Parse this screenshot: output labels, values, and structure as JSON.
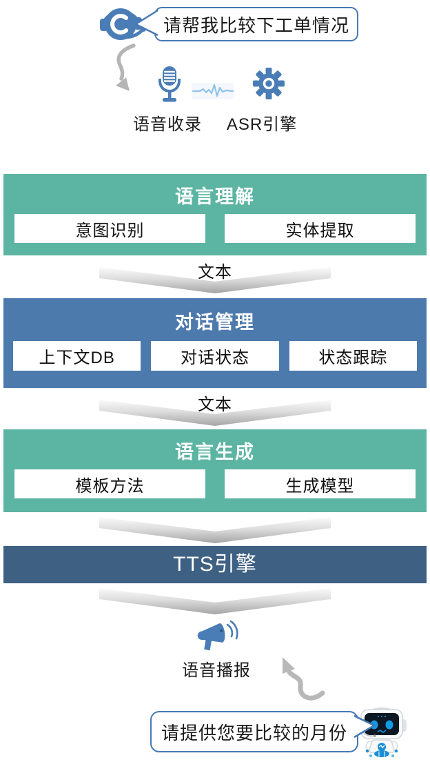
{
  "header": {
    "user_bubble": "请帮我比较下工单情况",
    "mic_label": "语音收录",
    "asr_label": "ASR引擎"
  },
  "flow": {
    "nlu": {
      "title": "语言理解",
      "items": [
        "意图识别",
        "实体提取"
      ]
    },
    "connector1": "文本",
    "dm": {
      "title": "对话管理",
      "items": [
        "上下文DB",
        "对话状态",
        "状态跟踪"
      ]
    },
    "connector2": "文本",
    "nlg": {
      "title": "语言生成",
      "items": [
        "模板方法",
        "生成模型"
      ]
    },
    "tts": {
      "title": "TTS引擎"
    }
  },
  "footer": {
    "broadcast_label": "语音播报",
    "bot_bubble": "请提供您要比较的月份"
  },
  "colors": {
    "green_block": "#5cb4a2",
    "blue_block": "#4d7aad",
    "navy_block": "#3e6083",
    "icon_blue": "#4a7db5",
    "bubble_border": "#4678b4",
    "arrow_gray": "#b5b5b5",
    "robot_accent": "#1b8fd4"
  }
}
